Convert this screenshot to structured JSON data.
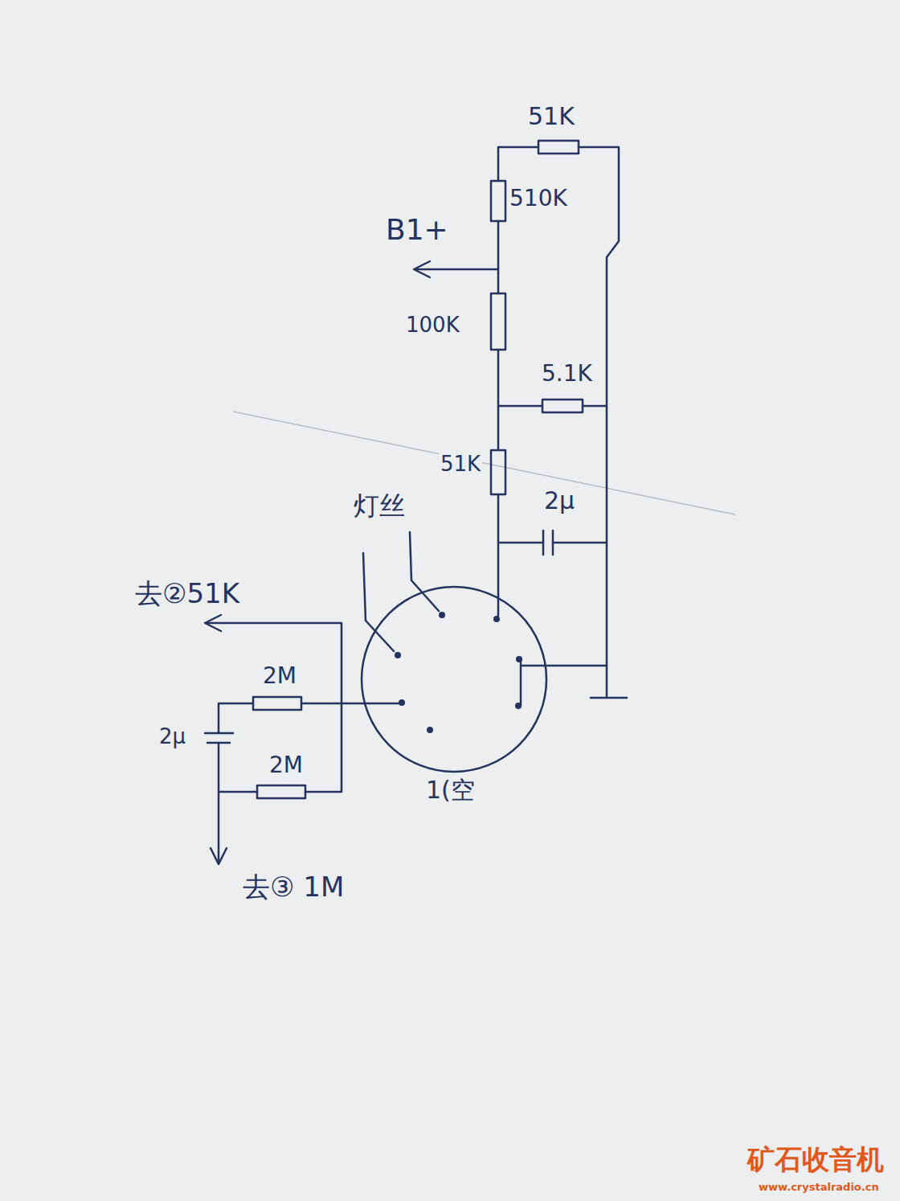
{
  "diagram": {
    "labels": [
      "51K",
      "510K",
      "B1+",
      "100K",
      "5.1K",
      "51K",
      "2μ",
      "灯丝",
      "去②51K",
      "2M",
      "2μ",
      "2M",
      "1(空",
      "去③ 1M",
      "矿石收音机",
      "www.crystalradio.cn"
    ]
  }
}
